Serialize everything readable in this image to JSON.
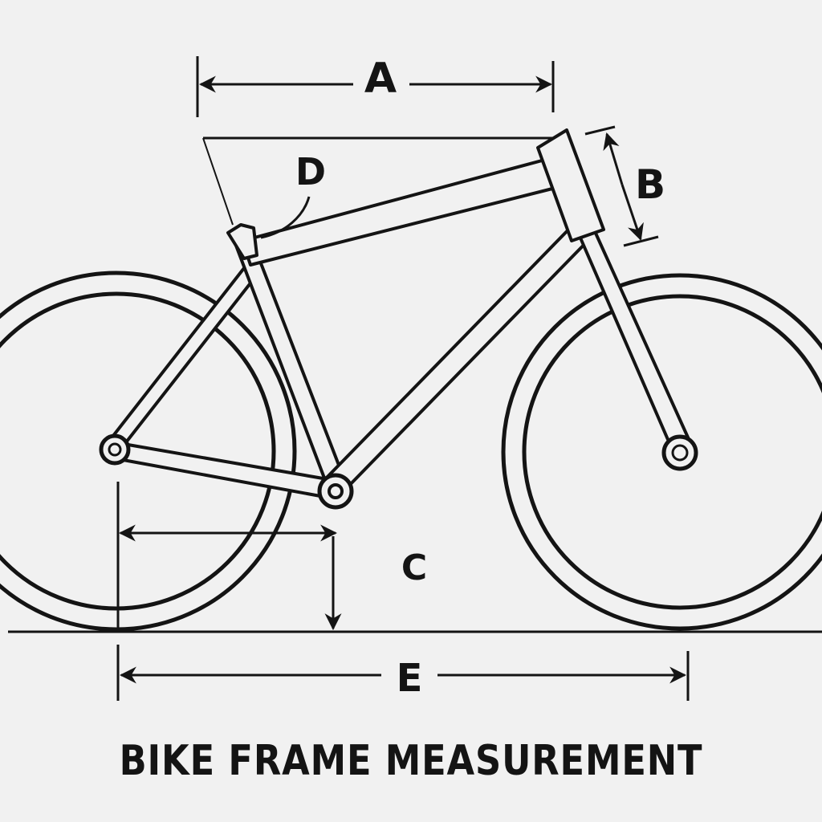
{
  "title": "BIKE FRAME MEASUREMENT",
  "colors": {
    "background": "#f1f1f1",
    "ink": "#141414"
  },
  "labels": {
    "A": "A",
    "B": "B",
    "C": "C",
    "D": "D",
    "E": "E"
  },
  "measurements": [
    {
      "key": "A",
      "description": "horizontal dimension across top of frame (seat tube top to head tube top)"
    },
    {
      "key": "B",
      "description": "head tube length"
    },
    {
      "key": "C",
      "description": "chainstay horizontal distance and bottom bracket height"
    },
    {
      "key": "D",
      "description": "seat tube angle region at top tube junction"
    },
    {
      "key": "E",
      "description": "wheelbase (rear axle to front axle)"
    }
  ]
}
